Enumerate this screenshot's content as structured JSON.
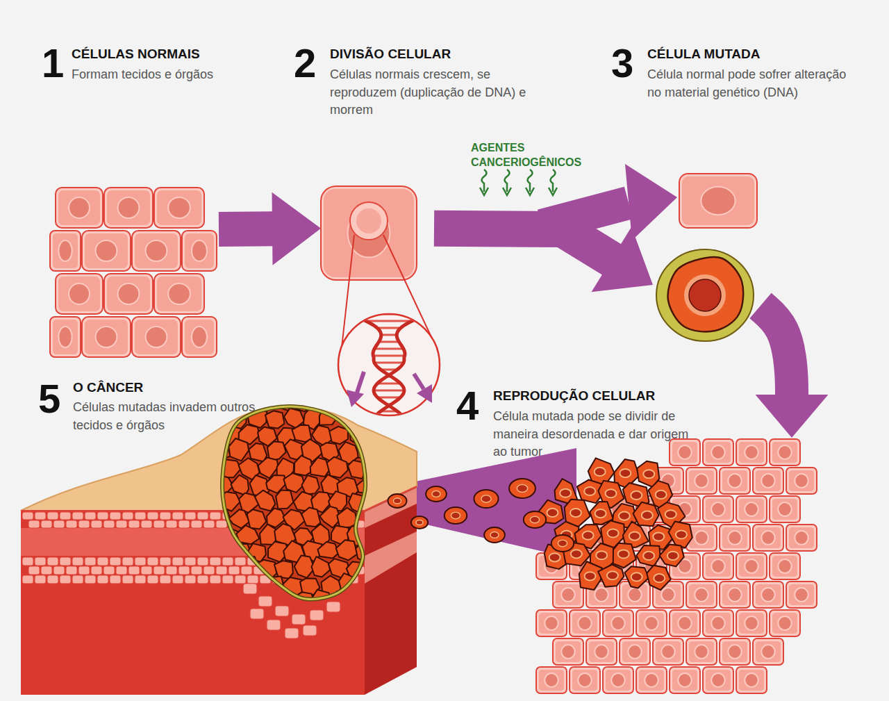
{
  "diagram": {
    "nodes": [
      {
        "text": [
          "1",
          "CÉLULAS NORMAIS",
          "Formam tecidos e órgãos"
        ]
      },
      {
        "text": [
          "2",
          "DIVISÃO CELULAR",
          "Células normais crescem, se reproduzem (duplicação de DNA) e morrem"
        ]
      },
      {
        "text": [
          "3",
          "CÉLULA MUTADA",
          "Célula normal pode sofrer alteração no material genético (DNA)"
        ]
      },
      {
        "text": [
          "4",
          "REPRODUÇÃO CELULAR",
          "Célula mutada pode se dividir de maneira desordenada e dar origem ao tumor"
        ]
      },
      {
        "text": [
          "5",
          "O CÂNCER",
          "Células mutadas invadem outros tecidos e órgãos"
        ]
      }
    ],
    "edges": [
      {
        "from": 0,
        "to": 1,
        "arrow": "to"
      },
      {
        "from": 1,
        "to": 2,
        "arrow": "to",
        "label": "AGENTES CANCERIOGÊNICOS"
      },
      {
        "from": 2,
        "to": 3,
        "arrow": "to"
      },
      {
        "from": 3,
        "to": 4,
        "arrow": "to"
      }
    ]
  }
}
